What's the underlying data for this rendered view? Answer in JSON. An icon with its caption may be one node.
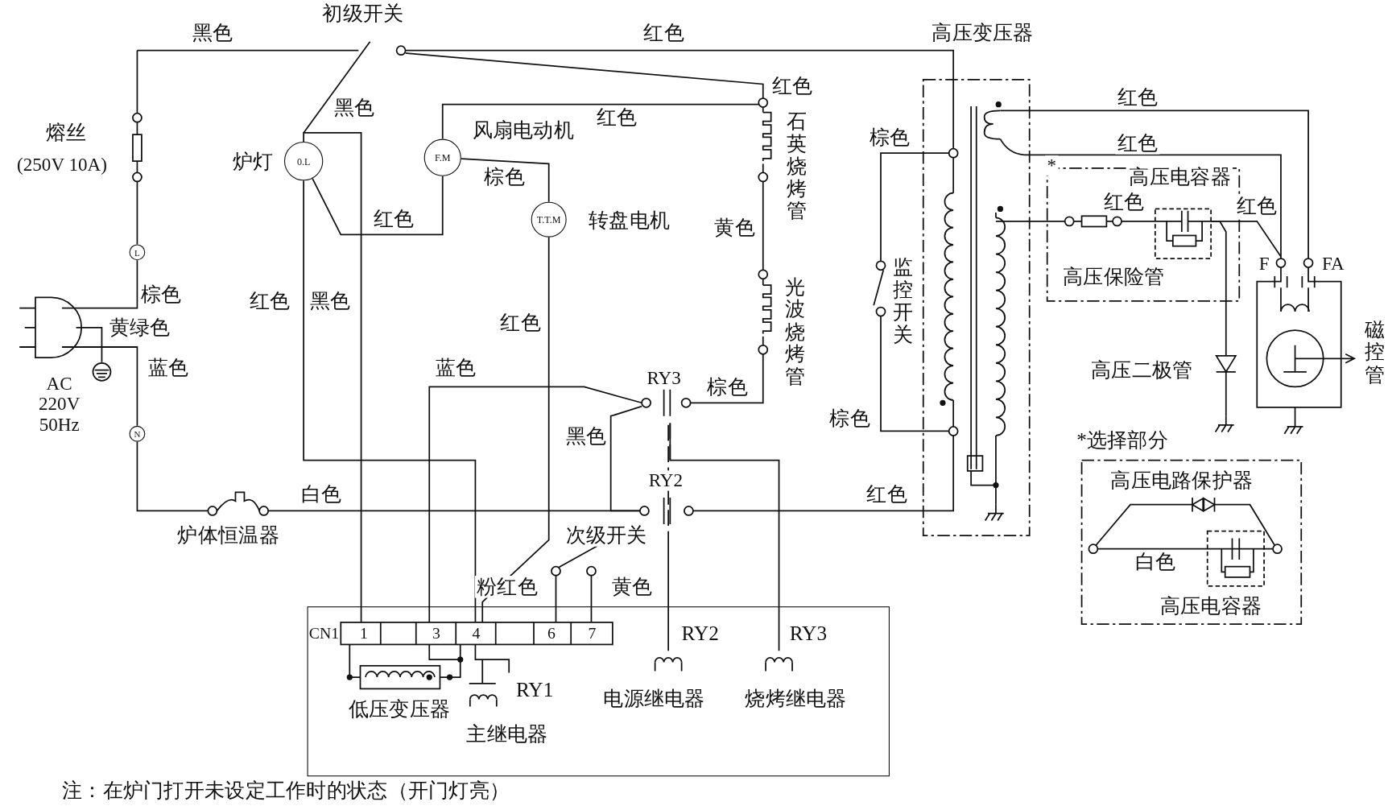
{
  "diagram": {
    "caption": "注：在炉门打开未设定工作时的状态（开门灯亮）",
    "nodes": [
      {
        "text": [
          "0.L"
        ],
        "beside": [
          "炉灯"
        ]
      },
      {
        "text": [
          "F.M"
        ],
        "beside": [
          "风扇电动机"
        ]
      },
      {
        "text": [
          "T.T.M"
        ],
        "beside": [
          "转盘电机"
        ]
      },
      {
        "text": [
          "L"
        ]
      },
      {
        "text": [
          "N"
        ]
      },
      {
        "text": [
          "CN1",
          "1",
          "3",
          "4",
          "6",
          "7",
          "RY2",
          "RY3",
          "RY1",
          "低压变压器",
          "主继电器",
          "电源继电器",
          "烧烤继电器"
        ]
      },
      {
        "text": [
          "高压电路保护器",
          "白色",
          "高压电容器"
        ],
        "beside": [
          "*选择部分"
        ]
      }
    ],
    "edges": [
      {
        "from": 0,
        "to": 1,
        "arrow": "none",
        "label": "红色"
      },
      {
        "from": 1,
        "to": 2,
        "arrow": "none",
        "label": "棕色"
      },
      {
        "from": 0,
        "to": 5,
        "arrow": "none"
      },
      {
        "from": 0,
        "to": 5,
        "arrow": "none"
      },
      {
        "from": 2,
        "to": 5,
        "arrow": "none"
      }
    ],
    "labels": [
      "初级开关",
      "黑色",
      "红色",
      "高压变压器",
      "红色",
      "红色",
      "黑色",
      "红色",
      "熔丝",
      "棕色",
      "红色",
      "石英烧烤管",
      "(250V 10A)",
      "*",
      "高压电容器",
      "红色",
      "红色",
      "黄色",
      "光波烧烤管",
      "监控开关",
      "高压保险管",
      "F",
      "FA",
      "棕色",
      "红色",
      "黑色",
      "黄绿色",
      "红色",
      "磁控管",
      "蓝色",
      "蓝色",
      "高压二极管",
      "AC 220V 50Hz",
      "RY3",
      "棕色",
      "棕色",
      "黑色",
      "RY2",
      "白色",
      "红色",
      "炉体恒温器",
      "次级开关",
      "粉红色",
      "黄色"
    ]
  }
}
